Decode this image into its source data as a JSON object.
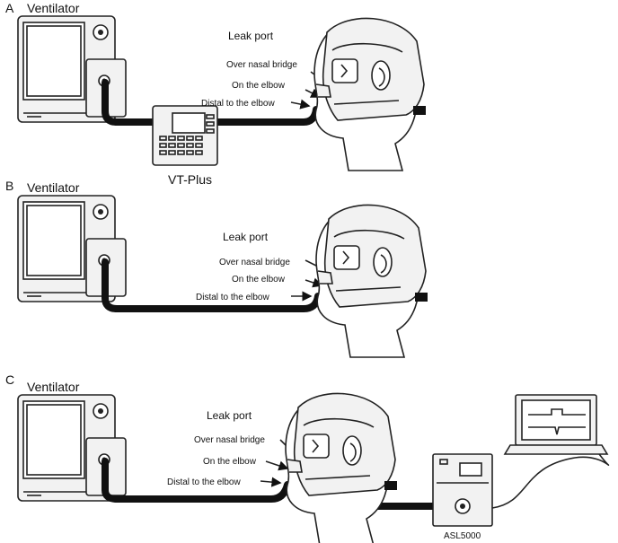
{
  "panels": [
    {
      "letter": "A",
      "ventilator_label": "Ventilator",
      "leak_port_title": "Leak port",
      "leak_positions": [
        "Over nasal bridge",
        "On the elbow",
        "Distal to the elbow"
      ],
      "device_label": "VT-Plus"
    },
    {
      "letter": "B",
      "ventilator_label": "Ventilator",
      "leak_port_title": "Leak port",
      "leak_positions": [
        "Over nasal bridge",
        "On the elbow",
        "Distal to the elbow"
      ]
    },
    {
      "letter": "C",
      "ventilator_label": "Ventilator",
      "leak_port_title": "Leak port",
      "leak_positions": [
        "Over nasal bridge",
        "On the elbow",
        "Distal to the elbow"
      ],
      "device_label": "ASL5000"
    }
  ]
}
